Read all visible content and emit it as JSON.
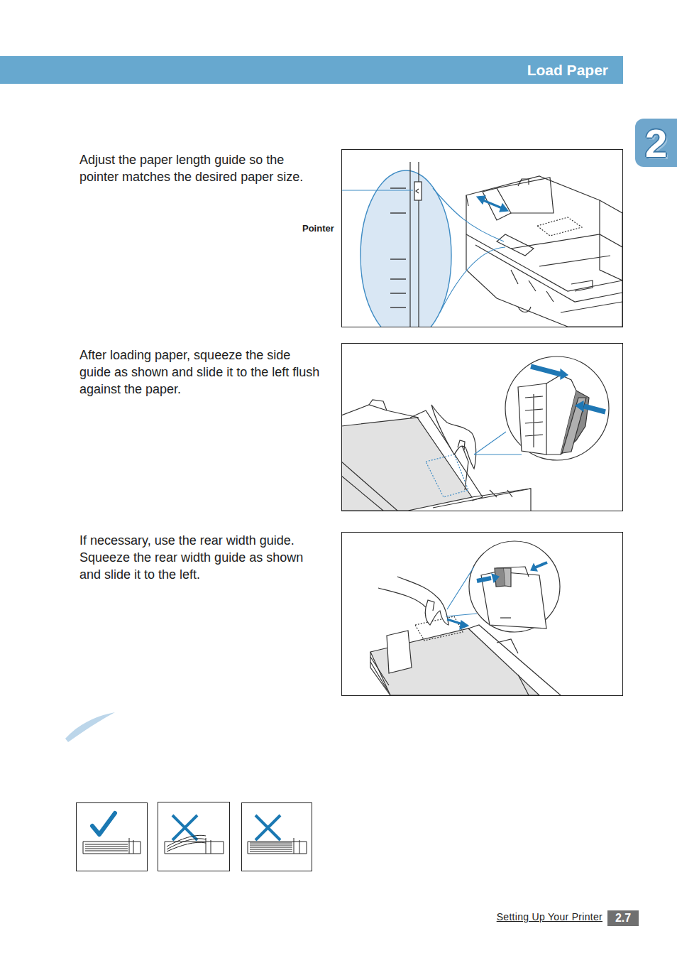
{
  "diagram": {
    "title": "Load Paper",
    "nodes": [
      {
        "text": [
          "2"
        ]
      },
      {
        "text": [
          "2.7"
        ]
      }
    ],
    "labels": [
      "Adjust the paper length guide so the pointer matches the desired paper size.",
      "Pointer",
      "After loading paper, squeeze the side guide as shown and slide it to the left flush against the paper.",
      "If necessary, use the rear width guide. Squeeze the rear width guide as shown and slide it to the left.",
      "Setting Up Your Printer"
    ]
  }
}
